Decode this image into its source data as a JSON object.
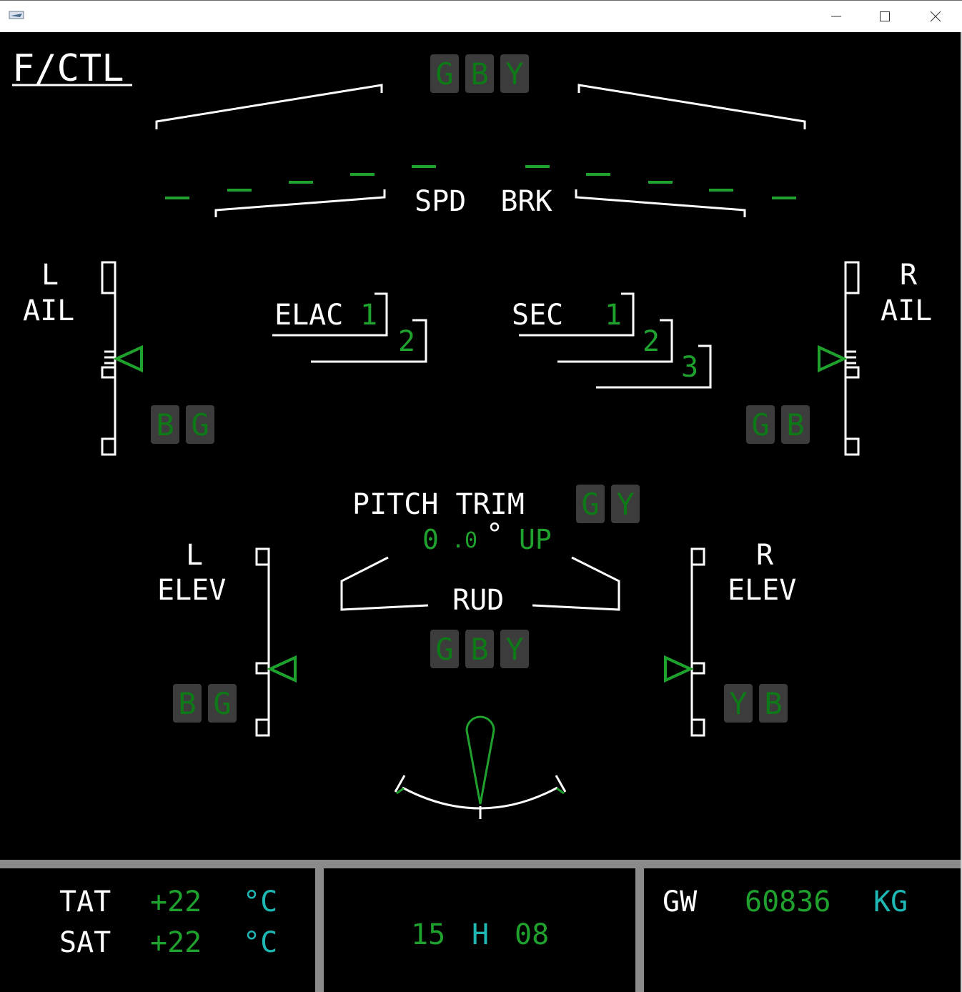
{
  "window": {
    "icons": {
      "app": "aircraft-app-icon",
      "minimize": "minimize-icon",
      "maximize": "maximize-icon",
      "close": "close-icon"
    }
  },
  "page": {
    "title": "F/CTL",
    "spoiler_hyd": [
      "G",
      "B",
      "Y"
    ],
    "spd_brk_label": "SPD  BRK",
    "left_ail": {
      "line1": "L",
      "line2": "AIL",
      "hyd": [
        "B",
        "G"
      ]
    },
    "right_ail": {
      "line1": "R",
      "line2": "AIL",
      "hyd": [
        "G",
        "B"
      ]
    },
    "elac": {
      "label": "ELAC",
      "num1": "1",
      "num2": "2"
    },
    "sec": {
      "label": "SEC",
      "num1": "1",
      "num2": "2",
      "num3": "3"
    },
    "pitch_trim": {
      "label": "PITCH TRIM",
      "hyd": [
        "G",
        "Y"
      ],
      "value_int": "0",
      "value_dec": ".0",
      "degree": "°",
      "direction": "UP"
    },
    "left_elev": {
      "line1": "L",
      "line2": "ELEV",
      "hyd": [
        "B",
        "G"
      ]
    },
    "right_elev": {
      "line1": "R",
      "line2": "ELEV",
      "hyd": [
        "Y",
        "B"
      ]
    },
    "rudder": {
      "label": "RUD",
      "hyd": [
        "G",
        "B",
        "Y"
      ]
    }
  },
  "footer": {
    "tat": {
      "label": "TAT",
      "value": "+22",
      "unit": "°C"
    },
    "sat": {
      "label": "SAT",
      "value": "+22",
      "unit": "°C"
    },
    "time": {
      "hours": "15",
      "sep": "H",
      "minutes": "08"
    },
    "gw": {
      "label": "GW",
      "value": "60836",
      "unit": "KG"
    }
  },
  "colors": {
    "white": "#ffffff",
    "green": "#1fa12e",
    "cyan": "#1fb7b3",
    "hyd_box_bg": "#3c3c3c",
    "hyd_letter": "#0e7a17",
    "divider": "#8a8a8a"
  }
}
